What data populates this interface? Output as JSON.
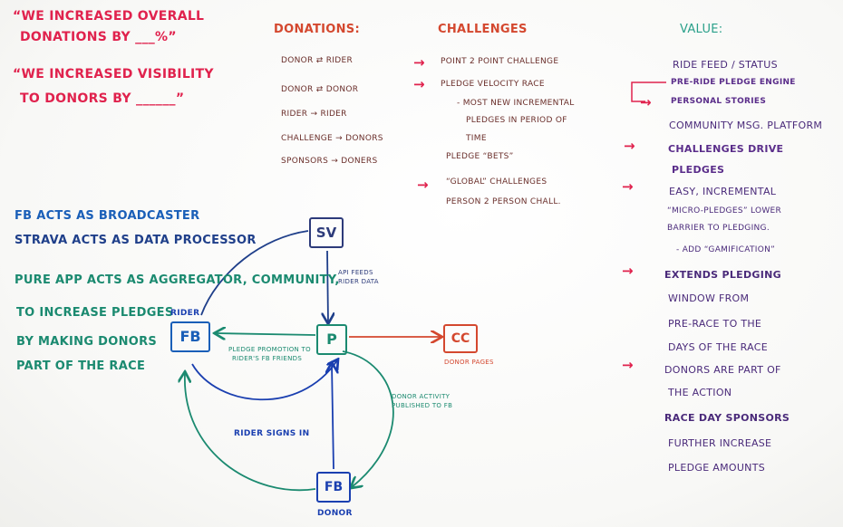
{
  "goals": {
    "line1": "“WE INCREASED OVERALL",
    "line2": "DONATIONS BY ___%”",
    "line3": "“WE INCREASED VISIBILITY",
    "line4": "TO DONORS BY ______”"
  },
  "donations": {
    "header": "DONATIONS:",
    "items": [
      "DONOR ⇄ RIDER",
      "DONOR ⇄ DONOR",
      "RIDER → RIDER",
      "CHALLENGE → DONORS",
      "SPONSORS → DONERS"
    ]
  },
  "challenges": {
    "header": "CHALLENGES",
    "items": [
      "POINT 2 POINT CHALLENGE",
      "PLEDGE VELOCITY RACE",
      "- MOST NEW INCREMENTAL",
      "PLEDGES IN PERIOD OF",
      "TIME",
      "PLEDGE “BETS”",
      "“GLOBAL” CHALLENGES",
      "PERSON 2 PERSON CHALL."
    ]
  },
  "value": {
    "header": "VALUE:",
    "items": [
      "RIDE FEED / STATUS",
      "PRE-RIDE PLEDGE ENGINE",
      "PERSONAL STORIES",
      "COMMUNITY MSG. PLATFORM",
      "CHALLENGES DRIVE",
      "PLEDGES",
      "EASY, INCREMENTAL",
      "“MICRO-PLEDGES” LOWER",
      "BARRIER TO PLEDGING.",
      "- ADD “GAMIFICATION”",
      "EXTENDS PLEDGING",
      "WINDOW FROM",
      "PRE-RACE TO THE",
      "DAYS OF THE RACE",
      "DONORS ARE PART OF",
      "THE ACTION",
      "RACE DAY SPONSORS",
      "FURTHER INCREASE",
      "PLEDGE AMOUNTS"
    ]
  },
  "roles": {
    "fb": "FB ACTS AS BROADCASTER",
    "strava": "STRAVA ACTS AS DATA PROCESSOR",
    "pure1": "PURE APP ACTS AS AGGREGATOR, COMMUNITY,",
    "pure2": "TO INCREASE PLEDGES",
    "pure3": "BY MAKING DONORS",
    "pure4": "PART OF THE RACE"
  },
  "diagram": {
    "sv": "SV",
    "p": "P",
    "cc": "CC",
    "fb_rider": "FB",
    "fb_donor": "FB",
    "rider_label": "RIDER",
    "donor_label": "DONOR",
    "donor_pages": "DONOR PAGES",
    "api_feeds_1": "API FEEDS",
    "api_feeds_2": "RIDER DATA",
    "pledge_promo_1": "PLEDGE PROMOTION TO",
    "pledge_promo_2": "RIDER'S FB FRIENDS",
    "donor_activity_1": "DONOR ACTIVITY",
    "donor_activity_2": "PUBLISHED TO FB",
    "rider_signs_in": "RIDER SIGNS IN"
  },
  "colors": {
    "red": "#e0224d",
    "brown": "#6a2e2a",
    "orange": "#d4482f",
    "teal": "#2aa08a",
    "blue": "#1a5fb8",
    "navy": "#1f3f8a",
    "purple": "#4a2a7a",
    "green": "#1b8a70"
  }
}
